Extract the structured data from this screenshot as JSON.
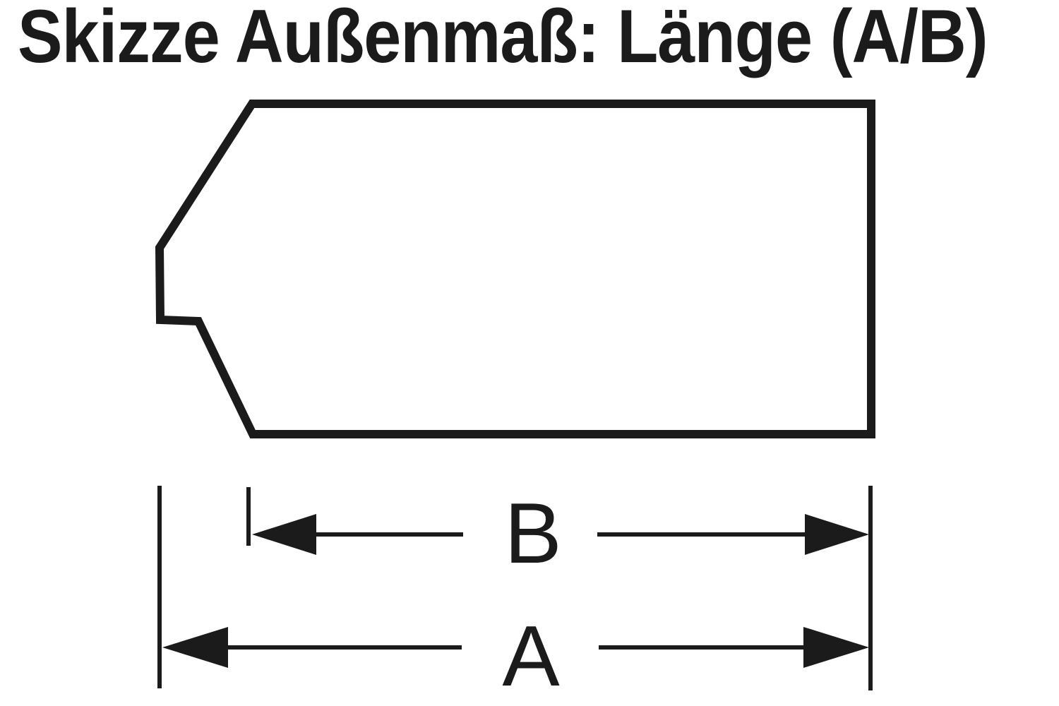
{
  "title": "Skizze Außenmaß: Länge (A/B)",
  "diagram": {
    "type": "technical-dimension-sketch",
    "subject": "storage-bin-side-profile",
    "labels": {
      "dim_b": "B",
      "dim_a": "A"
    },
    "colors": {
      "ink": "#1b1b1b",
      "background": "#ffffff"
    }
  }
}
